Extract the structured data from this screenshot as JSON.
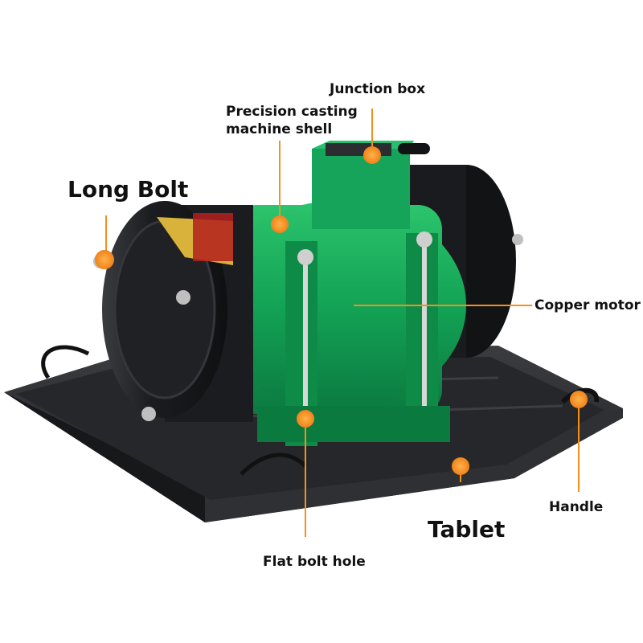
{
  "labels": {
    "junction_box": "Junction box",
    "casting_shell_line1": "Precision casting",
    "casting_shell_line2": "machine shell",
    "long_bolt": "Long Bolt",
    "copper_motor": "Copper motor",
    "handle": "Handle",
    "tablet": "Tablet",
    "flat_bolt_hole": "Flat bolt hole"
  },
  "colors": {
    "motor_green": "#17a35a",
    "motor_black": "#1c1e22",
    "tray": "#2a2b2e",
    "marker_orange": "#f5901e"
  }
}
